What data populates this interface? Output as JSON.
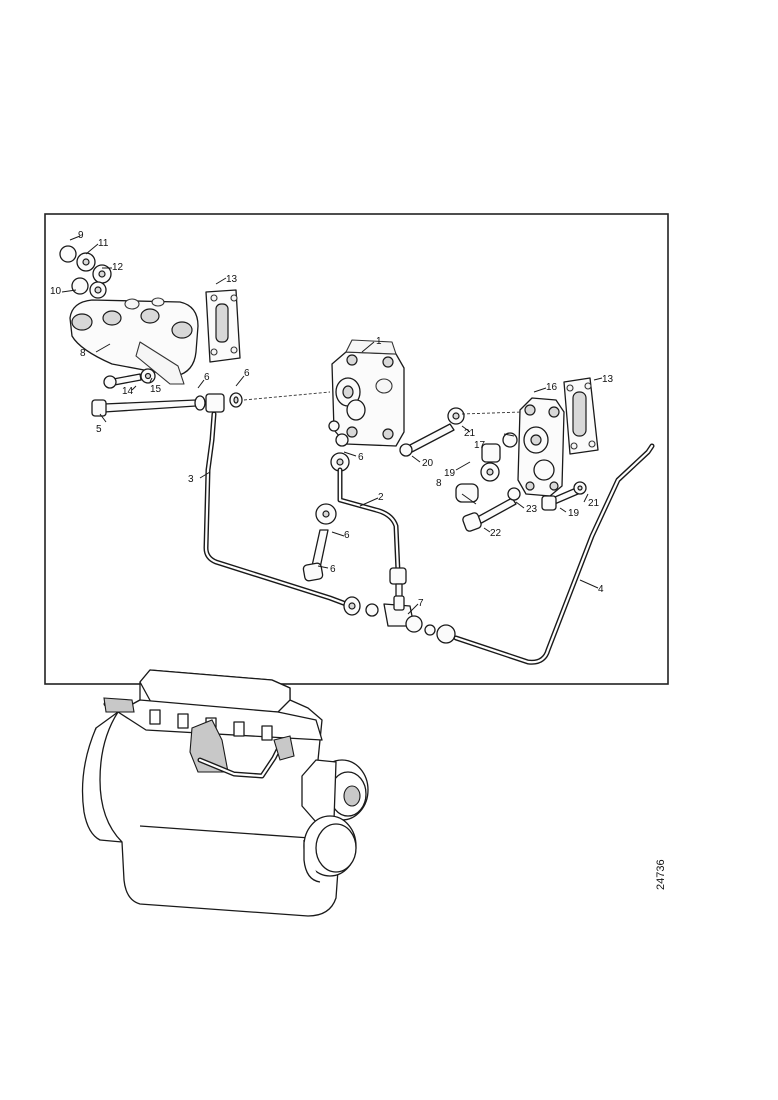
{
  "callouts": {
    "c1": "1",
    "c2": "2",
    "c3": "3",
    "c4": "4",
    "c5": "5",
    "c6a": "6",
    "c6b": "6",
    "c6c": "6",
    "c6d": "6",
    "c6e": "6",
    "c7": "7",
    "c8": "8",
    "c8b": "8",
    "c9": "9",
    "c10": "10",
    "c11": "11",
    "c12": "12",
    "c13a": "13",
    "c13b": "13",
    "c14": "14",
    "c15": "15",
    "c16": "16",
    "c17": "17",
    "c19a": "19",
    "c19b": "19",
    "c20": "20",
    "c21a": "21",
    "c21b": "21",
    "c22": "22",
    "c23": "23"
  },
  "reference_number": "24736"
}
